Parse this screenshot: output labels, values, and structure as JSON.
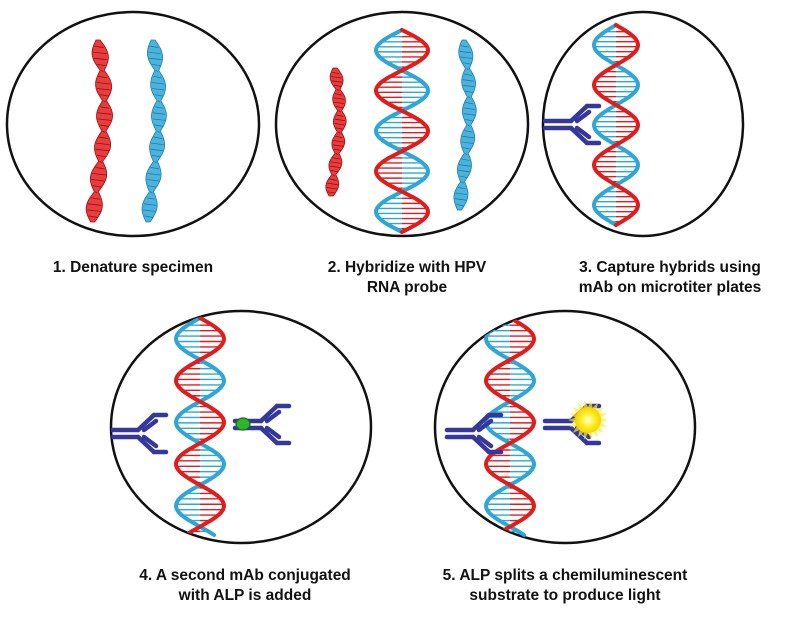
{
  "colors": {
    "strand_red": "#e01c1c",
    "strand_red_dark": "#a5090d",
    "strand_blue": "#2ea6d6",
    "strand_blue_dark": "#1a7fae",
    "antibody": "#35379b",
    "alp_enzyme": "#2fb52c",
    "light": "#ffee22",
    "circle_outline": "#111111"
  },
  "steps": [
    {
      "number": "1",
      "lines": [
        "1. Denature specimen"
      ],
      "contents": [
        "ss-dna-red",
        "ss-dna-blue"
      ]
    },
    {
      "number": "2",
      "lines": [
        "2. Hybridize with HPV",
        "RNA probe"
      ],
      "contents": [
        "ss-dna-red",
        "rna-dna-hybrid",
        "ss-dna-blue"
      ]
    },
    {
      "number": "3",
      "lines": [
        "3. Capture hybrids using",
        "mAb on microtiter plates"
      ],
      "contents": [
        "capture-antibody",
        "rna-dna-hybrid"
      ]
    },
    {
      "number": "4",
      "lines": [
        "4. A second mAb conjugated",
        "with ALP is added"
      ],
      "contents": [
        "capture-antibody",
        "rna-dna-hybrid",
        "detection-antibody",
        "alp-enzyme"
      ]
    },
    {
      "number": "5",
      "lines": [
        "5. ALP splits a chemiluminescent",
        "substrate to produce light"
      ],
      "contents": [
        "capture-antibody",
        "rna-dna-hybrid",
        "detection-antibody",
        "light-burst"
      ]
    }
  ]
}
